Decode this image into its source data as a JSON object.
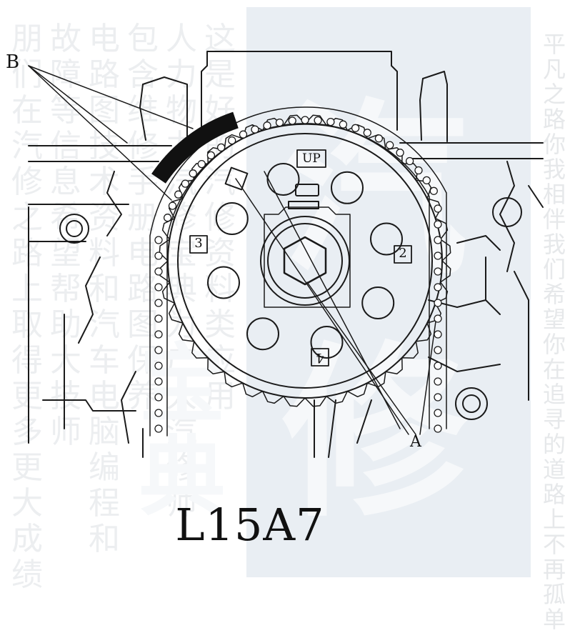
{
  "caption": "L15A7",
  "labels": {
    "b": "B",
    "a": "A",
    "up": "UP",
    "mark_2": "2",
    "mark_3": "3",
    "mark_4": "4"
  },
  "watermark": {
    "columns": [
      "朋们在汽修之路上取得更多更大成绩",
      "故障等信息希望帮助大技师",
      "电路图技术资料和汽车电脑编程和",
      "包含维修手册电路图保养",
      "人力物力汽修宝典为广大汽修师",
      "这是好的汽修资料类应用"
    ],
    "right_column": "平凡之路你我相伴我们希望你在追寻的道路上不再孤单",
    "big_chars": [
      "汽",
      "修",
      "宝",
      "典"
    ]
  },
  "colors": {
    "line": "#1a1a1a",
    "watermark_panel": "#e9eef3",
    "watermark_text": "#eceef0"
  }
}
